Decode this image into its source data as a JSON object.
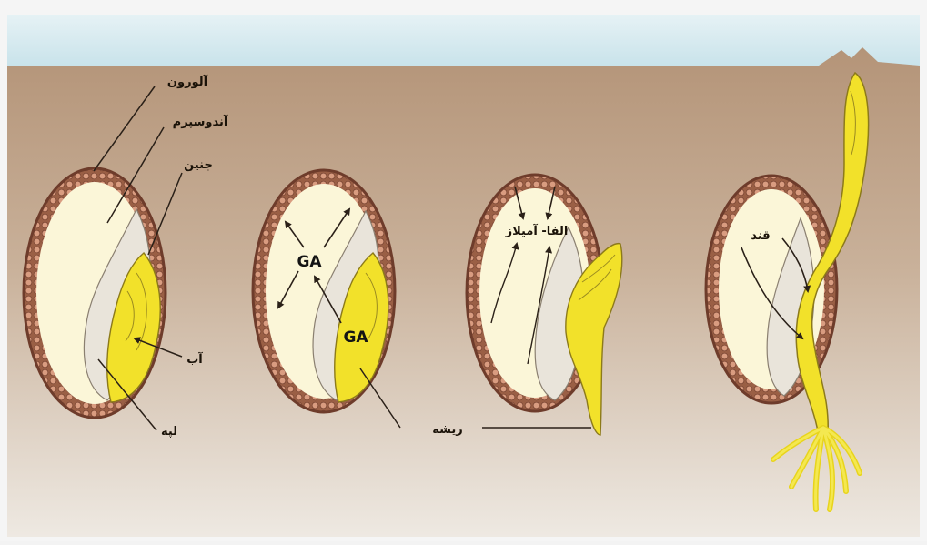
{
  "diagram": {
    "labels": {
      "aleurone": "آلورون",
      "endosperm": "آندوسپرم",
      "embryo": "جنین",
      "water": "آب",
      "husk": "لپه",
      "ga_1": "GA",
      "ga_2": "GA",
      "amylase": "الفا- آميلاز",
      "root": "ریشه",
      "sugar": "قند"
    },
    "colors": {
      "sky": "#cfe6ee",
      "soil_top": "#b79a7e",
      "soil_bottom": "#ece6de",
      "seed_coat": "#8a5640",
      "aleurone_bead": "#d49a7e",
      "endosperm": "#fbf6d8",
      "embryo": "#f2e12a",
      "inner_tissue": "#e9e4da"
    }
  }
}
